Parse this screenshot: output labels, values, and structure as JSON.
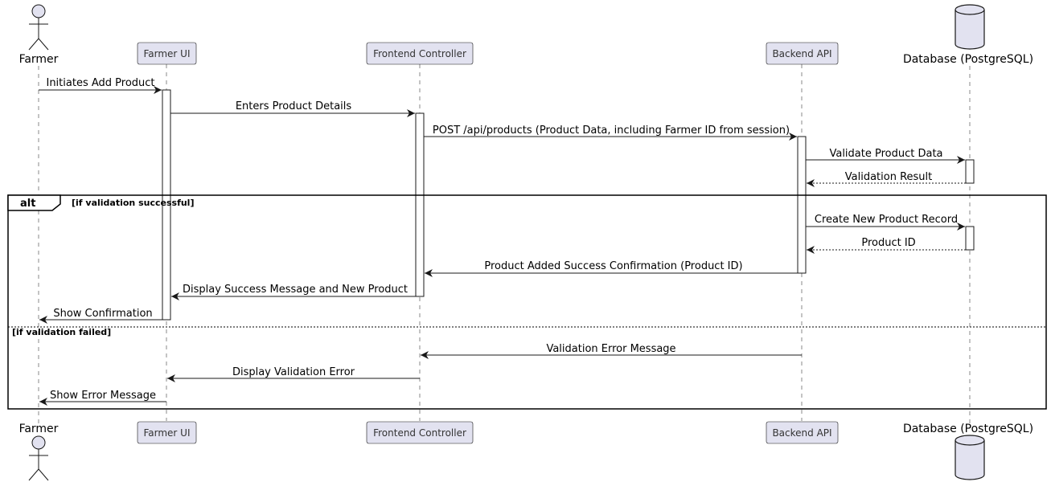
{
  "participants": {
    "farmer": {
      "label": "Farmer",
      "kind": "actor"
    },
    "farmer_ui": {
      "label": "Farmer UI",
      "kind": "participant"
    },
    "frontend": {
      "label": "Frontend Controller",
      "kind": "participant"
    },
    "backend": {
      "label": "Backend API",
      "kind": "participant"
    },
    "database": {
      "label": "Database (PostgreSQL)",
      "kind": "database"
    }
  },
  "messages": [
    {
      "from": "farmer",
      "to": "farmer_ui",
      "label": "Initiates Add Product",
      "style": "solid"
    },
    {
      "from": "farmer_ui",
      "to": "frontend",
      "label": "Enters Product Details",
      "style": "solid"
    },
    {
      "from": "frontend",
      "to": "backend",
      "label": "POST /api/products (Product Data, including Farmer ID from session)",
      "style": "solid"
    },
    {
      "from": "backend",
      "to": "database",
      "label": "Validate Product Data",
      "style": "solid"
    },
    {
      "from": "database",
      "to": "backend",
      "label": "Validation Result",
      "style": "dashed"
    },
    {
      "from": "backend",
      "to": "database",
      "label": "Create New Product Record",
      "style": "solid"
    },
    {
      "from": "database",
      "to": "backend",
      "label": "Product ID",
      "style": "dashed"
    },
    {
      "from": "backend",
      "to": "frontend",
      "label": "Product Added Success Confirmation (Product ID)",
      "style": "solid"
    },
    {
      "from": "frontend",
      "to": "farmer_ui",
      "label": "Display Success Message and New Product",
      "style": "solid"
    },
    {
      "from": "farmer_ui",
      "to": "farmer",
      "label": "Show Confirmation",
      "style": "solid"
    },
    {
      "from": "backend",
      "to": "frontend",
      "label": "Validation Error Message",
      "style": "solid"
    },
    {
      "from": "frontend",
      "to": "farmer_ui",
      "label": "Display Validation Error",
      "style": "solid"
    },
    {
      "from": "farmer_ui",
      "to": "farmer",
      "label": "Show Error Message",
      "style": "solid"
    }
  ],
  "alt_frame": {
    "keyword": "alt",
    "guard_1": "[if validation successful]",
    "guard_2": "[if validation failed]"
  },
  "colors": {
    "participant_fill": "#E2E2F0",
    "line": "#181818",
    "lifeline": "#888888"
  }
}
